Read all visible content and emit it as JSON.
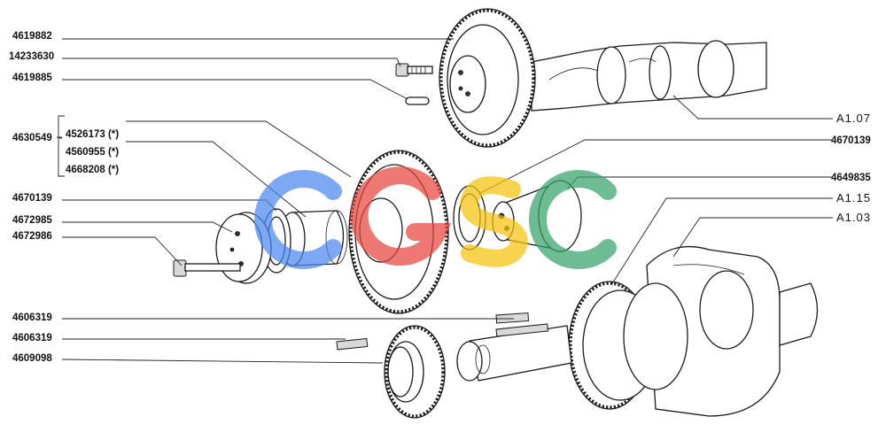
{
  "labels_left": [
    {
      "id": "p1",
      "text": "4619882"
    },
    {
      "id": "p2",
      "text": "14233630"
    },
    {
      "id": "p3",
      "text": "4619885"
    },
    {
      "id": "p4",
      "text": "4630549"
    },
    {
      "id": "p5",
      "text": "4670139"
    },
    {
      "id": "p6",
      "text": "4672985"
    },
    {
      "id": "p7",
      "text": "4672986"
    },
    {
      "id": "p8",
      "text": "4606319"
    },
    {
      "id": "p9",
      "text": "4606319"
    },
    {
      "id": "p10",
      "text": "4609098"
    }
  ],
  "bracket_items": [
    {
      "id": "b1",
      "text": "4526173 (*)"
    },
    {
      "id": "b2",
      "text": "4560955 (*)"
    },
    {
      "id": "b3",
      "text": "4668208 (*)"
    }
  ],
  "labels_right": [
    {
      "id": "r1",
      "text": "A1.07"
    },
    {
      "id": "r2",
      "text": "4670139"
    },
    {
      "id": "r3",
      "text": "4649835"
    },
    {
      "id": "r4",
      "text": "A1.15"
    },
    {
      "id": "r5",
      "text": "A1.03"
    }
  ],
  "watermark": {
    "text": "CGSC",
    "colors": [
      "#4a86f0",
      "#e8453c",
      "#f4c20d",
      "#34a26a"
    ]
  }
}
